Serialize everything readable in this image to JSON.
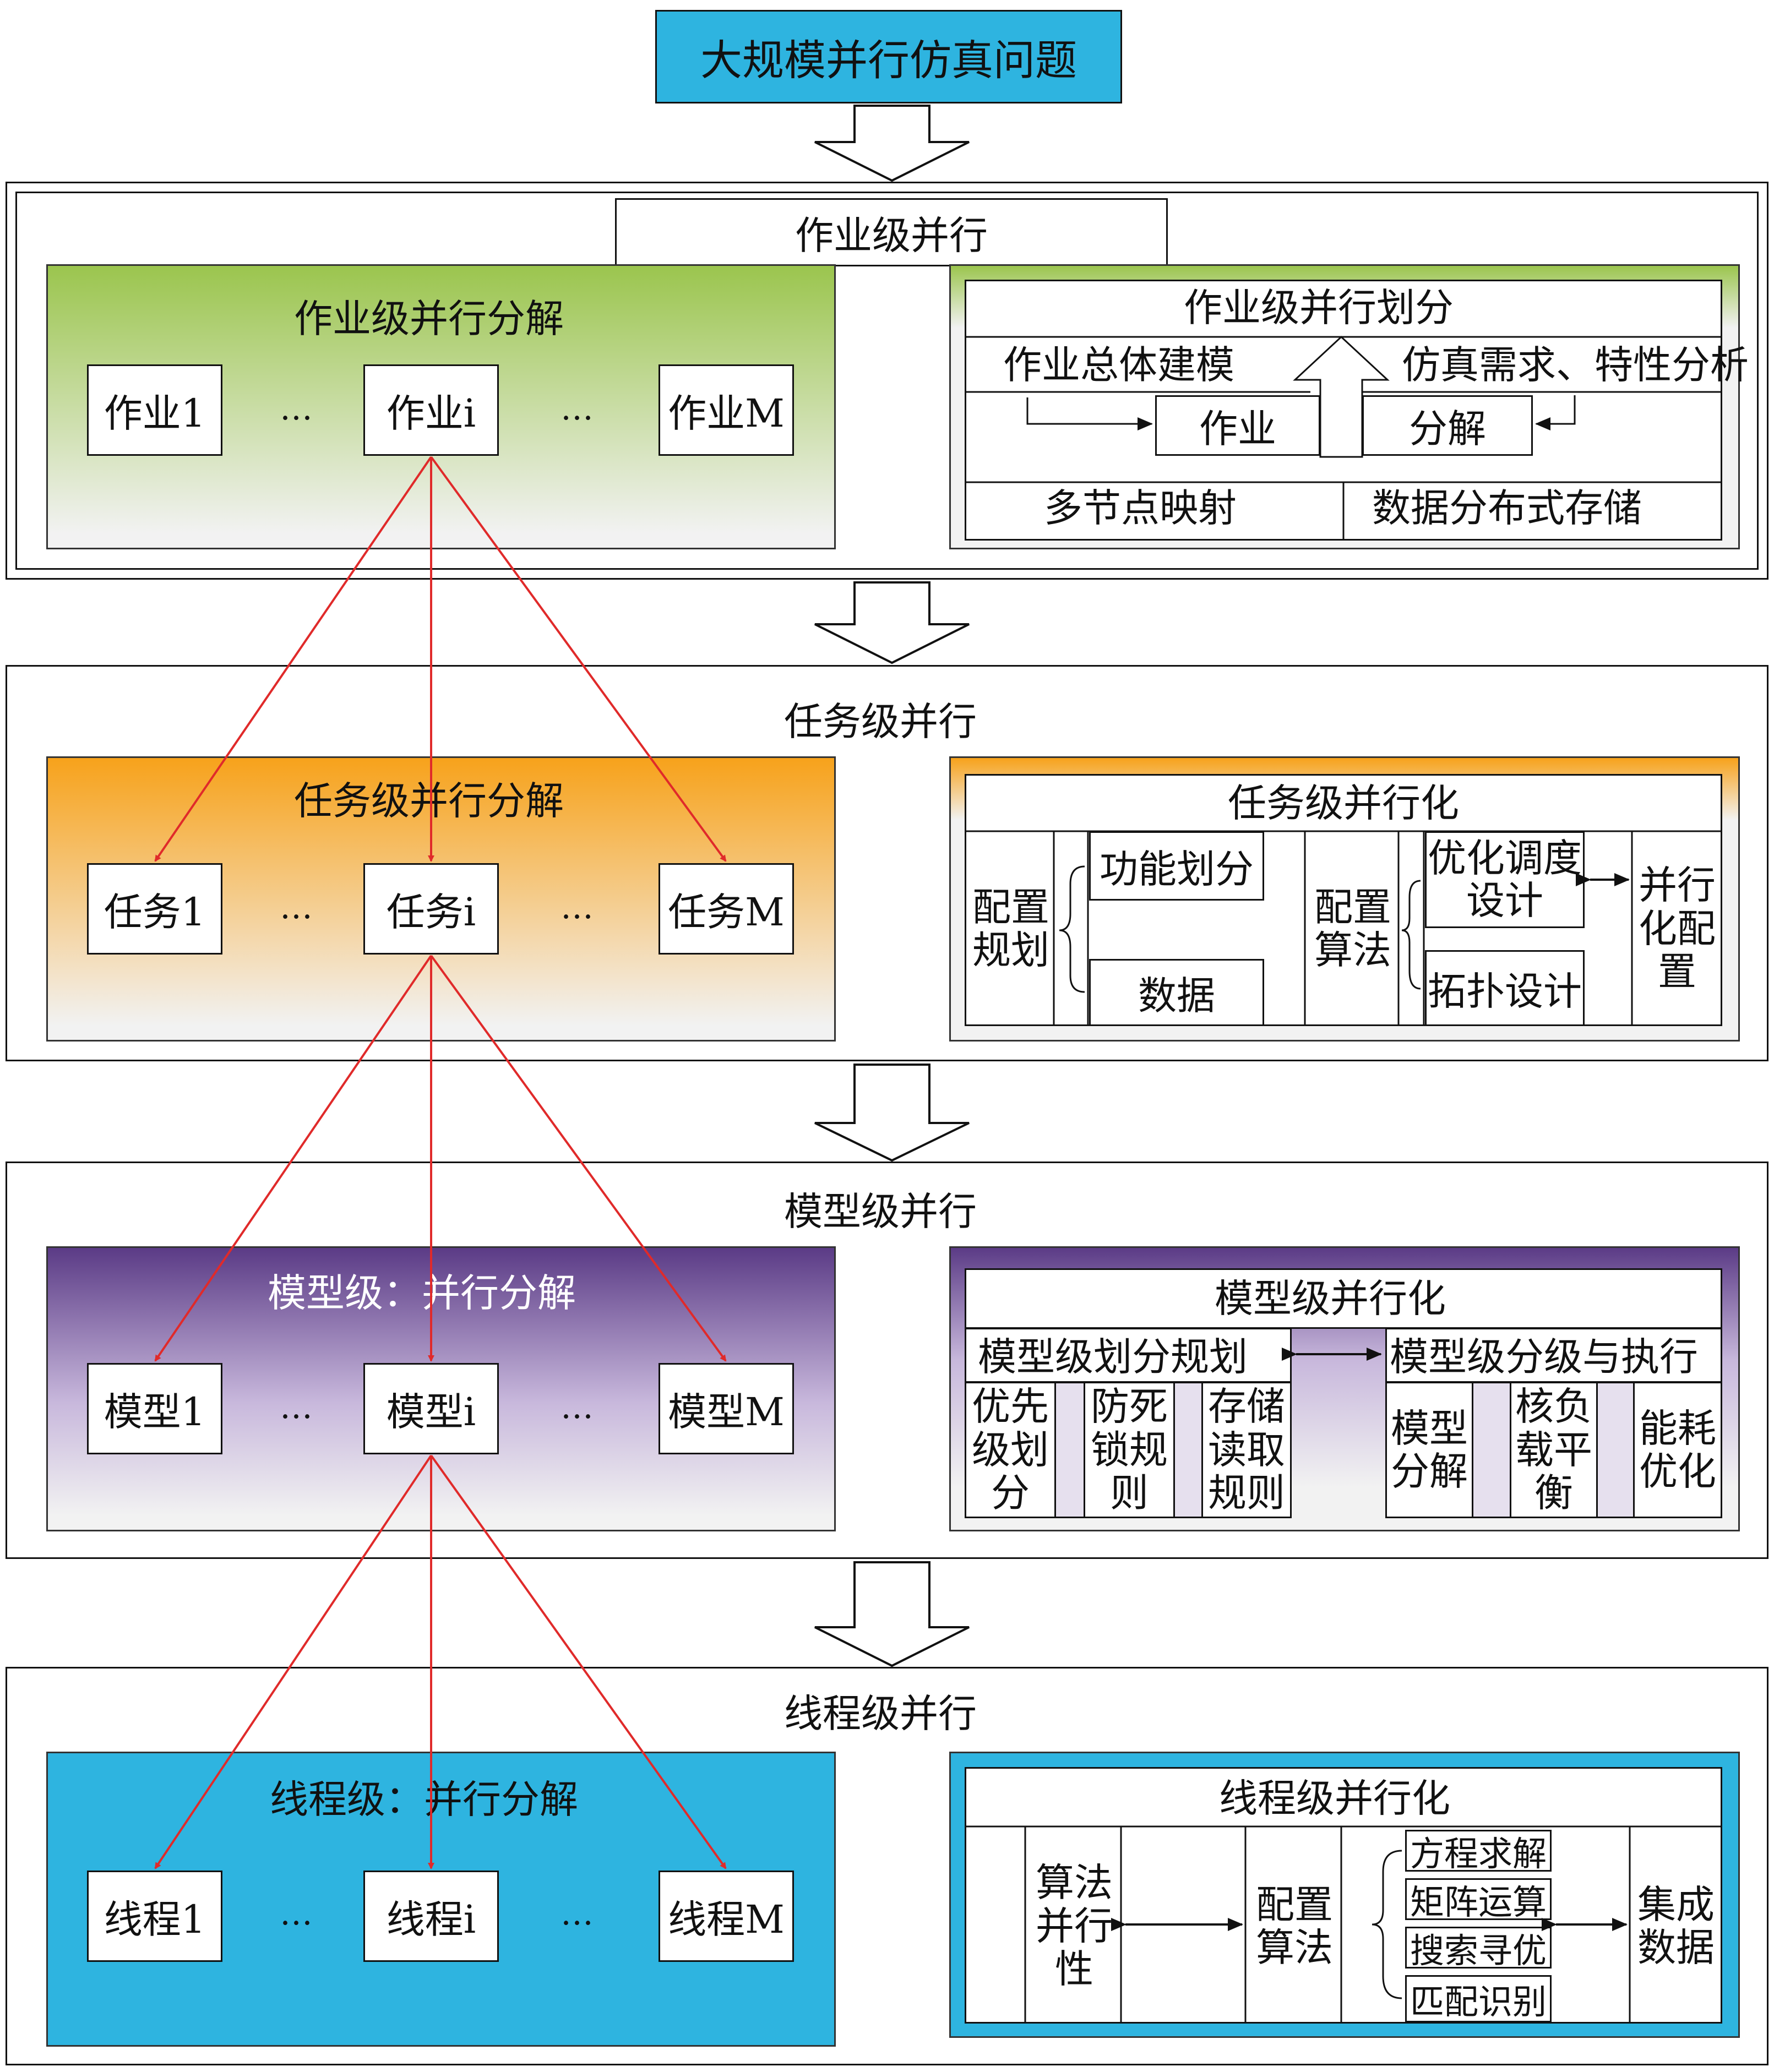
{
  "top": {
    "title": "大规模并行仿真问题"
  },
  "job_level": {
    "title": "作业级并行",
    "decomp": {
      "title": "作业级并行分解",
      "items": [
        "作业1",
        "…",
        "作业i",
        "…",
        "作业M"
      ]
    },
    "partition": {
      "title": "作业级并行划分",
      "left_label": "作业总体建模",
      "right_label": "仿真需求、特性分析",
      "left_box": "作业",
      "right_box": "分解",
      "bottom_left": "多节点映射",
      "bottom_right": "数据分布式存储"
    }
  },
  "task_level": {
    "title": "任务级并行",
    "decomp": {
      "title": "任务级并行分解",
      "items": [
        "任务1",
        "…",
        "任务i",
        "…",
        "任务M"
      ]
    },
    "parallel": {
      "title": "任务级并行化",
      "config_plan": "配置规划",
      "func_partition": "功能划分",
      "data": "数据",
      "config_algo": "配置算法",
      "opt_schedule": "优化调度设计",
      "topology": "拓扑设计",
      "parallel_config": "并行化配置"
    }
  },
  "model_level": {
    "title": "模型级并行",
    "decomp": {
      "title": "模型级：并行分解",
      "items": [
        "模型1",
        "…",
        "模型i",
        "…",
        "模型M"
      ]
    },
    "parallel": {
      "title": "模型级并行化",
      "plan": "模型级划分规划",
      "exec": "模型级分级与执行",
      "priority": "优先级划分",
      "deadlock": "防死锁规则",
      "storage": "存储读取规则",
      "model_decomp": "模型分解",
      "load_balance": "核负载平衡",
      "energy": "能耗优化"
    }
  },
  "thread_level": {
    "title": "线程级并行",
    "decomp": {
      "title": "线程级：并行分解",
      "items": [
        "线程1",
        "…",
        "线程i",
        "…",
        "线程M"
      ]
    },
    "parallel": {
      "title": "线程级并行化",
      "algo_parallel": "算法并行性",
      "config_algo": "配置算法",
      "methods": [
        "方程求解",
        "矩阵运算",
        "搜索寻优",
        "匹配识别"
      ],
      "integrate": "集成数据"
    }
  },
  "colors": {
    "top_fill": "#2eb4e0",
    "job_gradient": [
      "#9bc54e",
      "#f2f2f2"
    ],
    "task_gradient": [
      "#f7a21b",
      "#f2f2f2"
    ],
    "model_gradient": [
      "#5b3b86",
      "#f2f2f2"
    ],
    "thread_fill": "#2eb4e0",
    "arrow_red": "#e02a2a"
  }
}
